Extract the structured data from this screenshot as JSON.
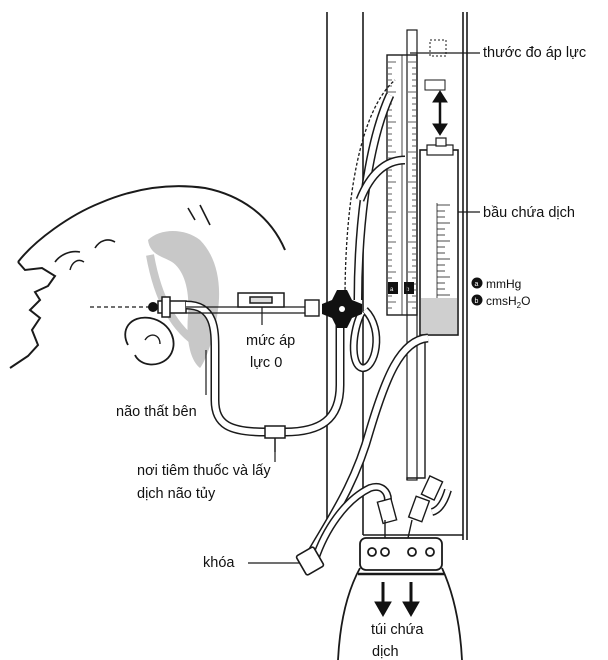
{
  "labels": {
    "pressure_ruler": "thước đo áp lực",
    "fluid_chamber": "bầu chứa dịch",
    "zero_level_line1": "mức áp",
    "zero_level_line2": "lực 0",
    "lateral_ventricle": "não thất bên",
    "injection_port_line1": "nơi tiêm thuốc và lấy",
    "injection_port_line2": "dịch não tủy",
    "stopcock": "khóa",
    "drainage_bag_line1": "túi chứa",
    "drainage_bag_line2": "dịch"
  },
  "legend": {
    "a_badge": "a",
    "a_unit": "mmHg",
    "b_badge": "b",
    "b_unit_main": "cmsH",
    "b_unit_sub": "2",
    "b_unit_tail": "O"
  },
  "colors": {
    "line": "#1a1a1a",
    "ventricle": "#c8c8c8",
    "fluid": "#cfcfcf"
  },
  "icons": [
    "up-down-arrow-icon",
    "down-arrow-icon",
    "stopcock-icon",
    "head-profile-icon"
  ]
}
